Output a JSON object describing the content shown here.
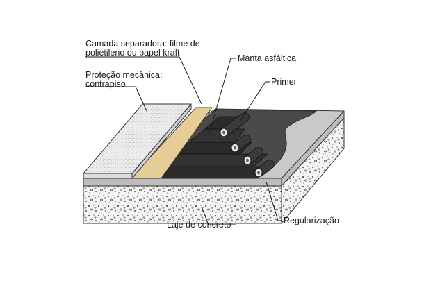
{
  "labels": {
    "separator_line1": "Camada separadora: filme de",
    "separator_line2": "polietileno ou papel kraft",
    "protection_line1": "Proteção mecânica:",
    "protection_line2": "contrapiso",
    "membrane": "Manta asfáltica",
    "primer": "Primer",
    "slab": "Laje de concreto",
    "leveling": "Regularização"
  },
  "colors": {
    "concrete": "#e6e6e6",
    "concrete_side": "#f2f2f2",
    "leveling_layer": "#bdbdbd",
    "primer": "#4a4a4a",
    "membrane": "#2e2e2e",
    "kraft": "#e6cd95",
    "screed": "#e8e8e8",
    "line": "#1a1a1a"
  },
  "membrane_rolls": 4
}
